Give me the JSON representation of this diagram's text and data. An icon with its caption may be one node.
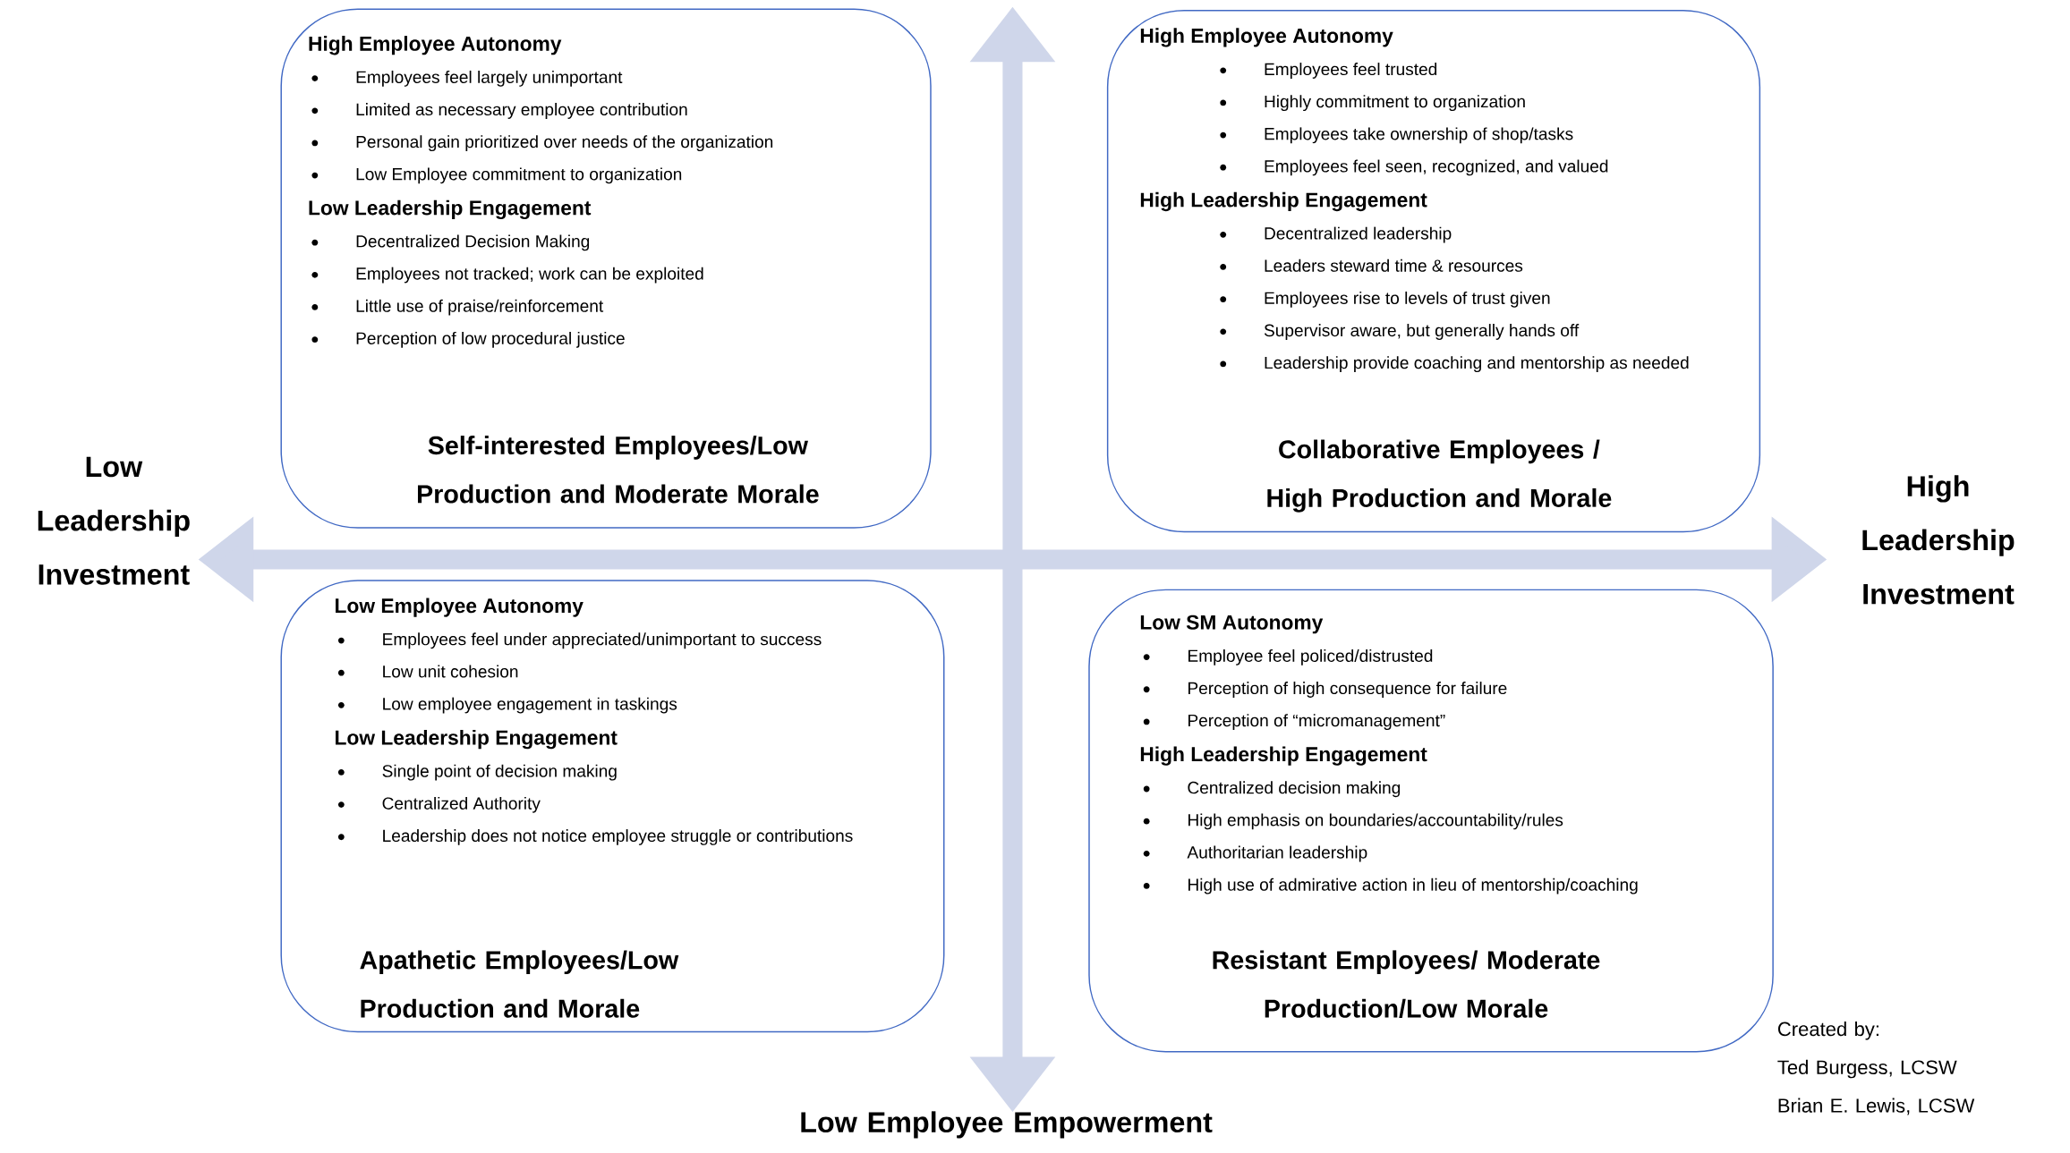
{
  "diagram": {
    "nodes": [
      {
        "text": [
          "High Employee Autonomy",
          "Employees feel largely unimportant",
          "Limited as necessary employee contribution",
          "Personal gain prioritized over needs of the organization",
          "Low Employee commitment to organization",
          "Low Leadership Engagement",
          "Decentralized Decision Making",
          "Employees not tracked; work can be exploited",
          "Little use of praise/reinforcement",
          "Perception of low procedural justice",
          "Self-interested Employees/Low Production and Moderate Morale"
        ]
      },
      {
        "text": [
          "High Employee Autonomy",
          "Employees feel trusted",
          "Highly commitment to organization",
          "Employees take ownership of shop/tasks",
          "Employees feel seen, recognized, and valued",
          "High Leadership Engagement",
          "Decentralized leadership",
          "Leaders steward time & resources",
          "Employees rise to levels of trust given",
          "Supervisor aware, but generally hands off",
          "Leadership provide coaching and mentorship as needed",
          "Collaborative Employees / High Production and Morale"
        ]
      },
      {
        "text": [
          "Low Employee Autonomy",
          "Employees feel under appreciated/unimportant to success",
          "Low unit cohesion",
          "Low employee engagement in taskings",
          "Low Leadership Engagement",
          "Single point of decision making",
          "Centralized Authority",
          "Leadership does not notice employee struggle or contributions",
          "Apathetic Employees/Low Production and Morale"
        ]
      },
      {
        "text": [
          "Low SM Autonomy",
          "Employee feel policed/distrusted",
          "Perception of high consequence for failure",
          "Perception of “micromanagement”",
          "High Leadership Engagement",
          "Centralized decision making",
          "High emphasis on boundaries/accountability/rules",
          "Authoritarian leadership",
          "High use of admirative action in lieu of mentorship/coaching",
          "Resistant Employees/ Moderate Production/Low Morale"
        ]
      }
    ],
    "labels": [
      "Low Leadership Investment",
      "High Leadership Investment",
      "Low Employee Empowerment",
      "Created by:",
      "Ted Burgess, LCSW",
      "Brian E. Lewis, LCSW"
    ]
  }
}
